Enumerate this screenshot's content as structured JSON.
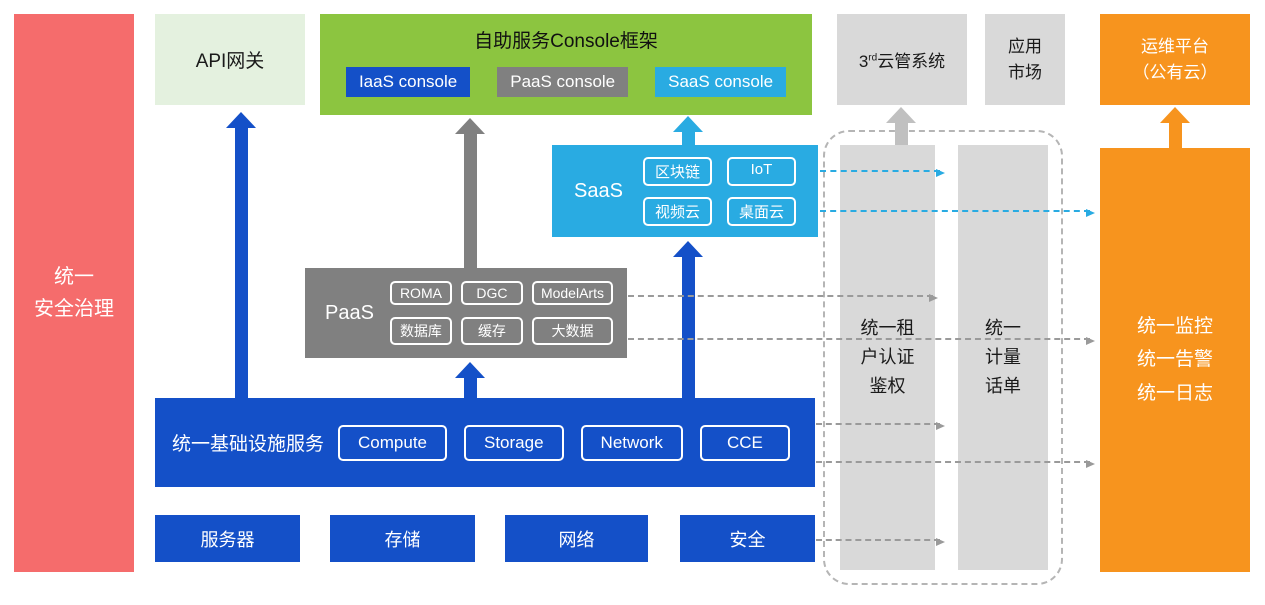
{
  "palette": {
    "blue": "#1450C8",
    "cyan": "#29ABE2",
    "gray": "#808080",
    "light_gray": "#D9D9D9",
    "green": "#8CC540",
    "pale_green": "#E4F1DF",
    "orange": "#F7941E",
    "red": "#F56C6C"
  },
  "security_bar": {
    "label": "统一\n安全治理"
  },
  "api_gateway": {
    "label": "API网关"
  },
  "console_frame": {
    "title": "自助服务Console框架",
    "iaas": "IaaS console",
    "paas": "PaaS console",
    "saas": "SaaS console"
  },
  "third_cloud": {
    "prefix": "3",
    "sup": "rd",
    "rest": "云管系统"
  },
  "app_market": {
    "label": "应用\n市场"
  },
  "ops_platform": {
    "label": "运维平台\n（公有云）"
  },
  "saas_box": {
    "label": "SaaS",
    "chips": [
      "区块链",
      "IoT",
      "视频云",
      "桌面云"
    ]
  },
  "paas_box": {
    "label": "PaaS",
    "chips": [
      "ROMA",
      "DGC",
      "ModelArts",
      "数据库",
      "缓存",
      "大数据"
    ]
  },
  "infra_box": {
    "label": "统一基础设施服务",
    "chips": [
      "Compute",
      "Storage",
      "Network",
      "CCE"
    ]
  },
  "hardware": [
    "服务器",
    "存储",
    "网络",
    "安全"
  ],
  "auth_bar": {
    "label": "统一租\n户认证\n鉴权"
  },
  "metering_bar": {
    "label": "统一\n计量\n话单"
  },
  "monitoring_bar": {
    "label": "统一监控\n统一告警\n统一日志"
  }
}
